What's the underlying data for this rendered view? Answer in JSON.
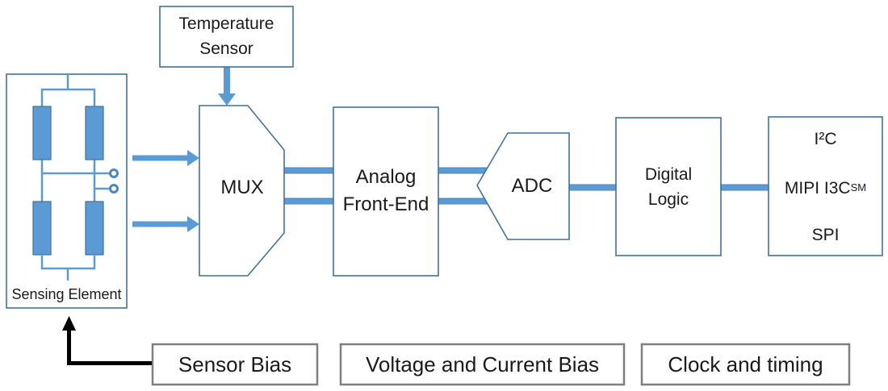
{
  "diagram": {
    "blocks": {
      "temperature_sensor": {
        "line1": "Temperature",
        "line2": "Sensor"
      },
      "sensing_element": {
        "label": "Sensing Element"
      },
      "mux": {
        "label": "MUX"
      },
      "analog_front_end": {
        "line1": "Analog",
        "line2": "Front-End"
      },
      "adc": {
        "label": "ADC"
      },
      "digital_logic": {
        "line1": "Digital",
        "line2": "Logic"
      },
      "interfaces": {
        "line1": "I²C",
        "line2": "MIPI I3C",
        "line2_sup": "SM",
        "line3": "SPI"
      },
      "sensor_bias": {
        "label": "Sensor Bias"
      },
      "voltage_and_current_bias": {
        "label": "Voltage and Current Bias"
      },
      "clock_and_timing": {
        "label": "Clock and timing"
      }
    },
    "colors": {
      "block_border_blue": "#41719C",
      "connector_blue": "#5B9BD5",
      "resistor_fill_blue": "#5B9BD5",
      "bottom_box_border_gray": "#7F7F7F",
      "bias_arrow_black": "#000000",
      "text_color": "#1A1A1A",
      "background": "#FFFFFF"
    }
  }
}
